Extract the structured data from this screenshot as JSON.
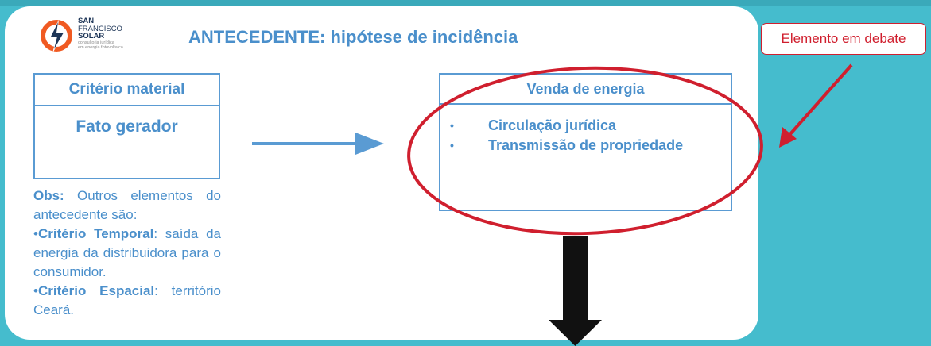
{
  "logo": {
    "line1": "SAN",
    "line2": "FRANCISCO",
    "line3": "SOLAR",
    "line4": "consultoria jurídica",
    "line5": "em energia fotovoltaica"
  },
  "title": "ANTECEDENTE: hipótese de incidência",
  "criterio_box": {
    "header": "Critério material",
    "body": "Fato gerador"
  },
  "venda_box": {
    "header": "Venda de energia",
    "bullets": [
      "Circulação jurídica",
      "Transmissão de propriedade"
    ]
  },
  "obs": {
    "label": "Obs:",
    "intro": " Outros elementos do antecedente são:",
    "temporal_label": "Critério Temporal",
    "temporal_text": ": saída da energia da distribuidora para o consumidor.",
    "espacial_label": "Critério Espacial",
    "espacial_text": ": território Ceará."
  },
  "debate_label": "Elemento em debate",
  "colors": {
    "background": "#45bccd",
    "accent_blue": "#4a8fcb",
    "highlight_red": "#d01f2e",
    "arrow_dark": "#111111",
    "logo_orange": "#f05a22"
  }
}
